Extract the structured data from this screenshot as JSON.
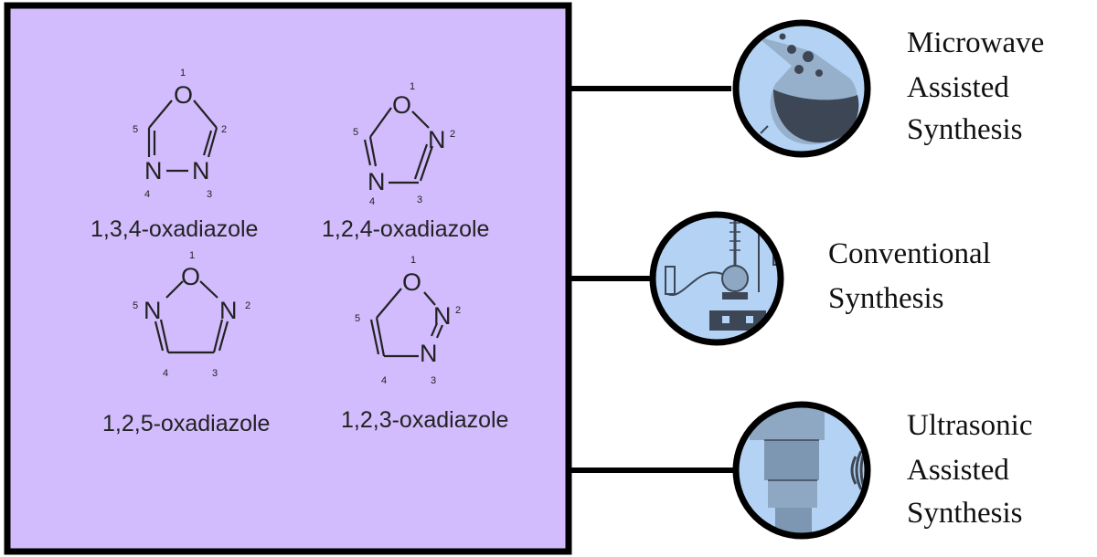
{
  "structures": [
    {
      "name": "1,3,4-oxadiazole",
      "atoms": {
        "o": "O",
        "n_left": "N",
        "n_right": "N"
      },
      "numbers": [
        "1",
        "2",
        "3",
        "4",
        "5"
      ]
    },
    {
      "name": "1,2,4-oxadiazole",
      "atoms": {
        "o": "O",
        "n2": "N",
        "n4": "N"
      },
      "numbers": [
        "1",
        "2",
        "3",
        "4",
        "5"
      ]
    },
    {
      "name": "1,2,5-oxadiazole",
      "atoms": {
        "o": "O",
        "n_left": "N",
        "n_right": "N"
      },
      "numbers": [
        "1",
        "2",
        "3",
        "4",
        "5"
      ]
    },
    {
      "name": "1,2,3-oxadiazole",
      "atoms": {
        "o": "O",
        "n2": "N",
        "n3": "N"
      },
      "numbers": [
        "1",
        "2",
        "3",
        "4",
        "5"
      ]
    }
  ],
  "methods": [
    {
      "lines": [
        "Microwave",
        "Assisted",
        "Synthesis"
      ],
      "icon": "flask-icon"
    },
    {
      "lines": [
        "Conventional",
        "Synthesis"
      ],
      "icon": "lab-setup-icon"
    },
    {
      "lines": [
        "Ultrasonic",
        "Assisted",
        "Synthesis"
      ],
      "icon": "ultrasonic-probe-icon"
    }
  ],
  "colors": {
    "panel_fill": "#d2bcfd",
    "icon_fill": "#b4d3f4",
    "icon_dark": "#3d4654",
    "line": "#000000"
  }
}
